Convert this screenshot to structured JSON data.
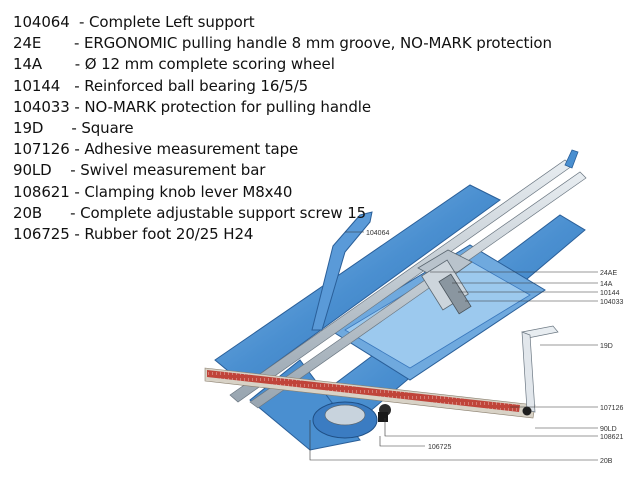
{
  "legend": [
    {
      "code": "104064",
      "sep": "  - ",
      "desc": "Complete Left support",
      "pad": 0
    },
    {
      "code": "24E",
      "sep": "       - ",
      "desc": "ERGONOMIC pulling handle 8 mm groove, NO-MARK protection",
      "pad": 0
    },
    {
      "code": "14A",
      "sep": "       - ",
      "desc": "Ø 12 mm complete scoring wheel",
      "pad": 0
    },
    {
      "code": "10144",
      "sep": "   - ",
      "desc": "Reinforced ball bearing 16/5/5",
      "pad": 0
    },
    {
      "code": "104033",
      "sep": " - ",
      "desc": "NO-MARK protection for pulling handle",
      "pad": 0
    },
    {
      "code": "19D",
      "sep": "      - ",
      "desc": "Square",
      "pad": 0
    },
    {
      "code": "107126",
      "sep": " - ",
      "desc": "Adhesive measurement tape",
      "pad": 0
    },
    {
      "code": "90LD",
      "sep": "    - ",
      "desc": "Swivel measurement bar",
      "pad": 0
    },
    {
      "code": "108621",
      "sep": " - ",
      "desc": "Clamping knob lever M8x40",
      "pad": 0
    },
    {
      "code": "20B",
      "sep": "      - ",
      "desc": "Complete adjustable support screw 15",
      "pad": 0
    },
    {
      "code": "106725",
      "sep": " - ",
      "desc": "Rubber foot 20/25 H24",
      "pad": 0
    }
  ],
  "callouts": {
    "c104064": "104064",
    "c24AE": "24AE",
    "c14A": "14A",
    "c10144": "10144",
    "c104033": "104033",
    "c19D": "19D",
    "c107126": "107126",
    "c90LD": "90LD",
    "c108621": "108621",
    "c106725": "106725",
    "c20B": "20B"
  },
  "colors": {
    "frame_blue": "#4a8fd0",
    "frame_light": "#8dbde8",
    "rail_silver": "#b9c3cc",
    "tape_red": "#c0443a"
  }
}
